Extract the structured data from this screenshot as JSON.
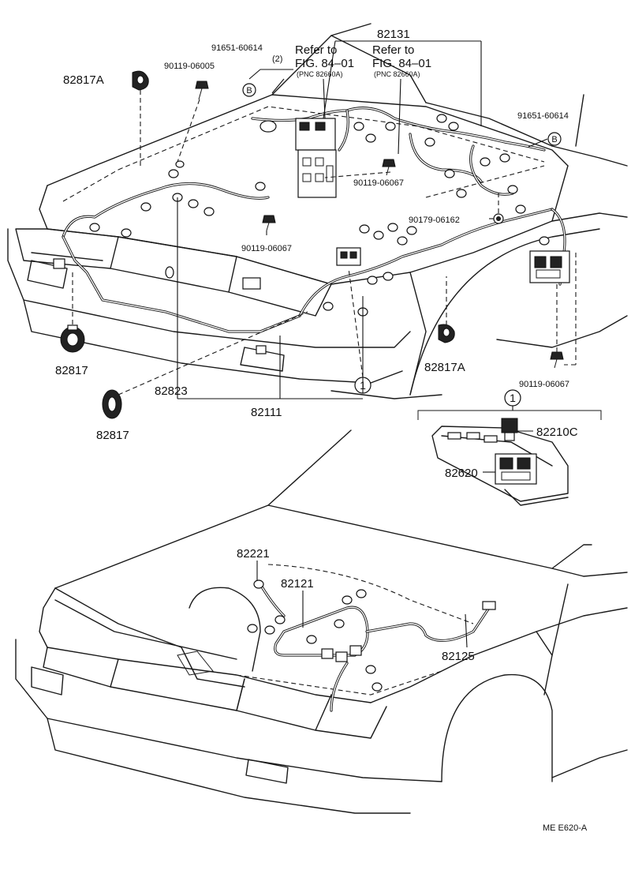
{
  "parts": {
    "p82131": "82131",
    "p91651_top": "91651-60614",
    "p91651_top_qty": "(2)",
    "p90119_06005": "90119-06005",
    "p82817A_top": "82817A",
    "ref_left_line1": "Refer to",
    "ref_left_line2": "FIG. 84–01",
    "ref_left_line3": "(PNC 82660A)",
    "ref_right_line1": "Refer to",
    "ref_right_line2": "FIG. 84–01",
    "ref_right_line3": "(PNC 82660A)",
    "p91651_right": "91651-60614",
    "p90119_06067_a": "90119-06067",
    "p90179_06162": "90179-06162",
    "p90119_06067_b": "90119-06067",
    "p82817_left": "82817",
    "p82817_left2": "82817",
    "p82823": "82823",
    "p82111": "82111",
    "p82817A_right": "82817A",
    "p90119_06067_c": "90119-06067",
    "p82210C": "82210C",
    "p82620": "82620",
    "p82221": "82221",
    "p82121": "82121",
    "p82125": "82125",
    "figure_code": "ME E620-A"
  },
  "markers": {
    "b_letter": "B",
    "circle_one": "1"
  }
}
